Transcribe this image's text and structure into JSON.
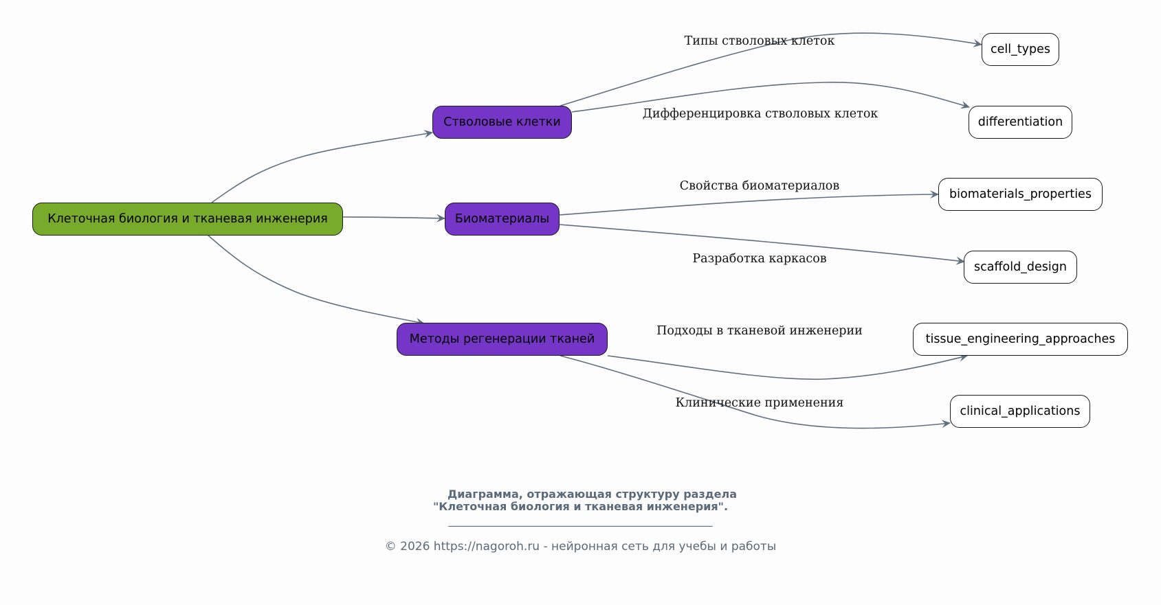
{
  "diagram": {
    "root": {
      "id": "root",
      "label": "Клеточная биология и тканевая инженерия",
      "color": "#78aa2b"
    },
    "branches": [
      {
        "id": "stem",
        "label": "Стволовые клетки",
        "color": "#7535c6"
      },
      {
        "id": "bio",
        "label": "Биоматериалы",
        "color": "#7535c6"
      },
      {
        "id": "regen",
        "label": "Методы регенерации тканей",
        "color": "#7535c6"
      }
    ],
    "leaves": [
      {
        "id": "cell_types",
        "label": "cell_types",
        "parent": "stem",
        "edge_label": "Типы стволовых клеток"
      },
      {
        "id": "differentiation",
        "label": "differentiation",
        "parent": "stem",
        "edge_label": "Дифференцировка стволовых клеток"
      },
      {
        "id": "biomaterials_properties",
        "label": "biomaterials_properties",
        "parent": "bio",
        "edge_label": "Свойства биоматериалов"
      },
      {
        "id": "scaffold_design",
        "label": "scaffold_design",
        "parent": "bio",
        "edge_label": "Разработка каркасов"
      },
      {
        "id": "tissue_engineering_approaches",
        "label": "tissue_engineering_approaches",
        "parent": "regen",
        "edge_label": "Подходы в тканевой инженерии"
      },
      {
        "id": "clinical_applications",
        "label": "clinical_applications",
        "parent": "regen",
        "edge_label": "Клинические применения"
      }
    ],
    "edge_color": "#5f6f80"
  },
  "caption": {
    "title_line1": "Диаграмма, отражающая структуру раздела",
    "title_line2": "\"Клеточная биология и тканевая инженерия\".",
    "rule": "________________________________________________",
    "copyright": "© 2026 https://nagoroh.ru - нейронная сеть для учебы и работы"
  }
}
